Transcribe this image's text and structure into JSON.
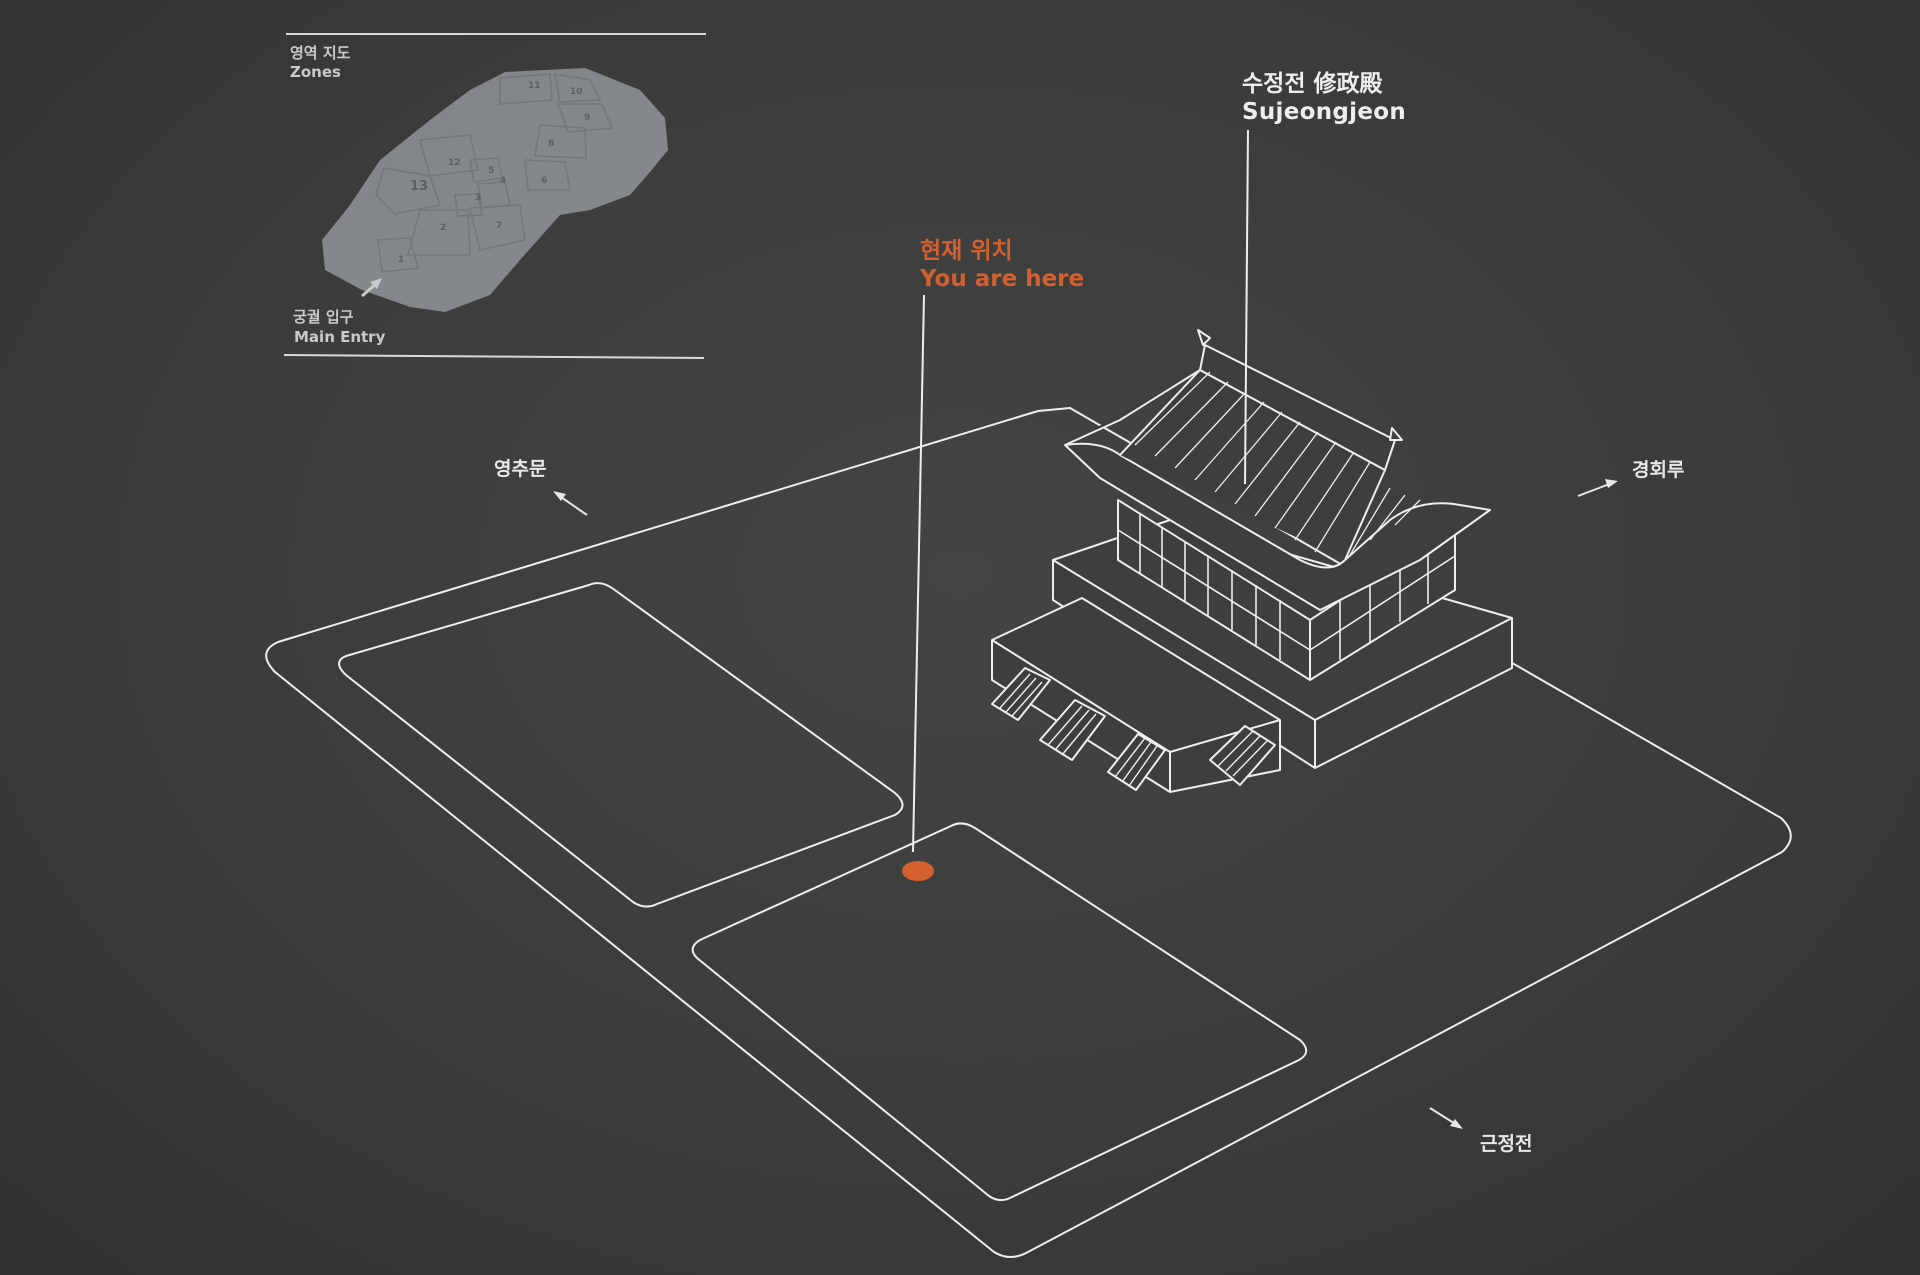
{
  "inset": {
    "zones_ko": "영역 지도",
    "zones_en": "Zones",
    "entry_ko": "궁궐 입구",
    "entry_en": "Main Entry",
    "zone_numbers": [
      "1",
      "2",
      "3",
      "4",
      "5",
      "6",
      "7",
      "8",
      "9",
      "10",
      "11",
      "12",
      "13"
    ]
  },
  "building": {
    "name_ko": "수정전 修政殿",
    "name_en": "Sujeongjeon"
  },
  "you_are_here": {
    "ko": "현재 위치",
    "en": "You are here"
  },
  "directions": {
    "northwest": "영추문",
    "east": "경회루",
    "south": "근정전"
  },
  "colors": {
    "background": "#3b3c3b",
    "line": "#eeeeee",
    "marker": "#d4602f",
    "inset_fill": "#8c9093"
  }
}
